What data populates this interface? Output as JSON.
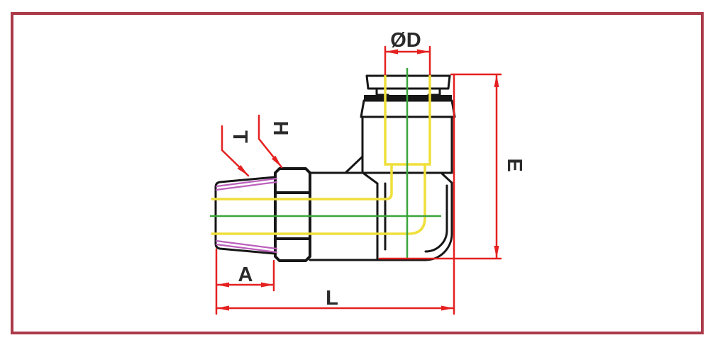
{
  "drawing": {
    "title": "elbow-fitting-dimension-drawing",
    "labels": {
      "tube_diameter": "ØD",
      "height": "E",
      "overall_length": "L",
      "thread_length": "A",
      "thread": "T",
      "hex": "H"
    }
  },
  "colors": {
    "background": "#ffffff",
    "border_red": "#ab3a49",
    "dim_red": "#e52020",
    "line_black": "#161616",
    "bore_yellow": "#efdf3a",
    "center_green": "#3aa53a",
    "thread_magenta": "#bb5fbb",
    "label_color": "#2a2a2a"
  }
}
